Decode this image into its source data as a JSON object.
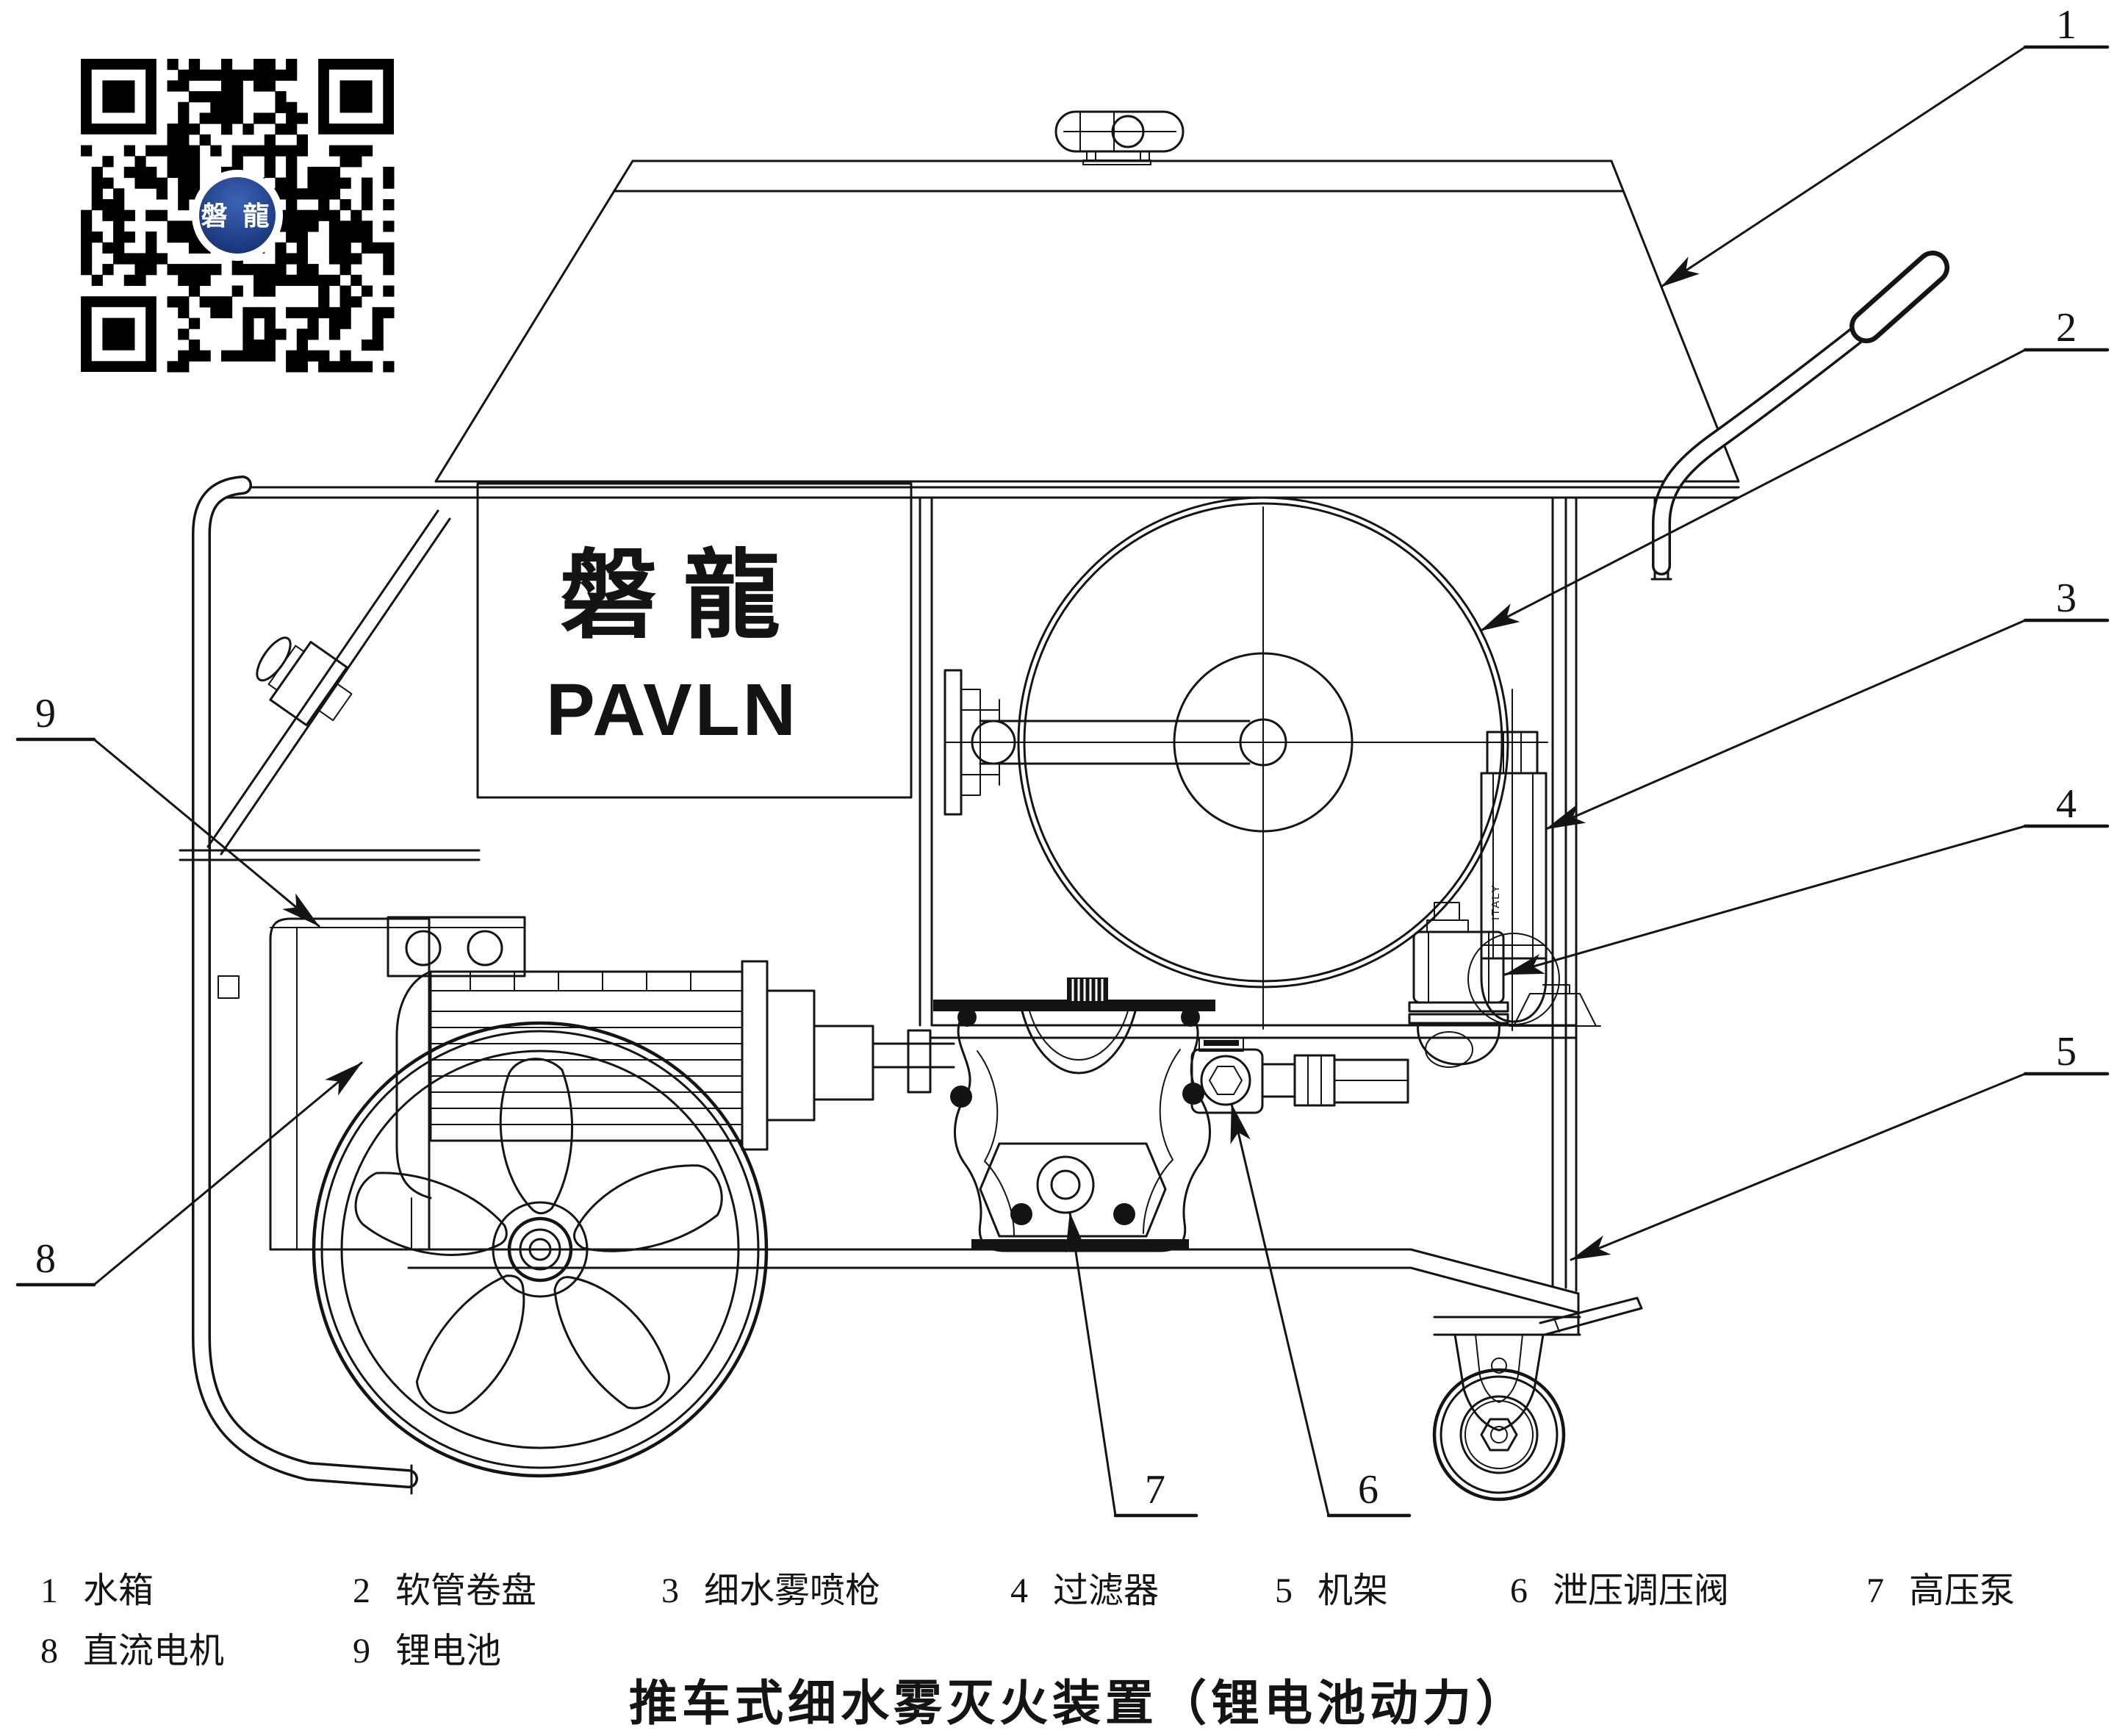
{
  "page": {
    "background": "#ffffff",
    "ink": "#141414"
  },
  "qr": {
    "logo_text": "磐 龍",
    "logo_color": "#1e3e8e"
  },
  "brand_panel": {
    "chinese": "磐龍",
    "latin": "PAVLN",
    "color": "#8c8c8c"
  },
  "device": {
    "gun_marking": "ITALY"
  },
  "callouts": {
    "c1": {
      "number": "1",
      "target": "水箱"
    },
    "c2": {
      "number": "2",
      "target": "软管卷盘"
    },
    "c3": {
      "number": "3",
      "target": "细水雾喷枪"
    },
    "c4": {
      "number": "4",
      "target": "过滤器"
    },
    "c5": {
      "number": "5",
      "target": "机架"
    },
    "c6": {
      "number": "6",
      "target": "泄压调压阀"
    },
    "c7": {
      "number": "7",
      "target": "高压泵"
    },
    "c8": {
      "number": "8",
      "target": "直流电机"
    },
    "c9": {
      "number": "9",
      "target": "锂电池"
    }
  },
  "legend": {
    "items": [
      {
        "number": "1",
        "label": "水箱"
      },
      {
        "number": "2",
        "label": "软管卷盘"
      },
      {
        "number": "3",
        "label": "细水雾喷枪"
      },
      {
        "number": "4",
        "label": "过滤器"
      },
      {
        "number": "5",
        "label": "机架"
      },
      {
        "number": "6",
        "label": "泄压调压阀"
      },
      {
        "number": "7",
        "label": "高压泵"
      },
      {
        "number": "8",
        "label": "直流电机"
      },
      {
        "number": "9",
        "label": "锂电池"
      }
    ]
  },
  "title": {
    "text": "推车式细水雾灭火装置（锂电池动力）",
    "color": "#8a8a8a"
  }
}
